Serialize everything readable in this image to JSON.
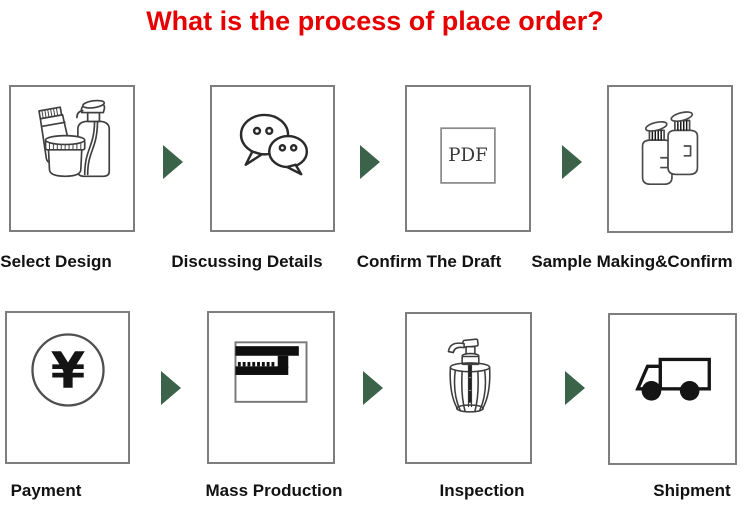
{
  "title": {
    "text": "What is the process of place order?",
    "color": "#e60000"
  },
  "steps": [
    {
      "label": "Select Design",
      "icon": "cosmetics-set-icon"
    },
    {
      "label": "Discussing Details",
      "icon": "wechat-chat-icon"
    },
    {
      "label": "Confirm The Draft",
      "icon": "pdf-document-icon",
      "icon_text": "PDF"
    },
    {
      "label": "Sample Making&Confirm",
      "icon": "pump-bottles-icon"
    },
    {
      "label": "Payment",
      "icon": "yen-currency-icon",
      "icon_text": "¥"
    },
    {
      "label": "Mass Production",
      "icon": "production-line-icon"
    },
    {
      "label": "Inspection",
      "icon": "inspection-bottle-icon"
    },
    {
      "label": "Shipment",
      "icon": "delivery-truck-icon"
    }
  ],
  "arrow": {
    "shape": "right-pointing-triangle",
    "color": "#3a6349",
    "count": 6
  },
  "colors": {
    "background": "#ffffff",
    "box_border": "#7e7e7e",
    "label_text": "#121212",
    "title_red": "#e60000",
    "icon_line": "#3f3f3f"
  }
}
